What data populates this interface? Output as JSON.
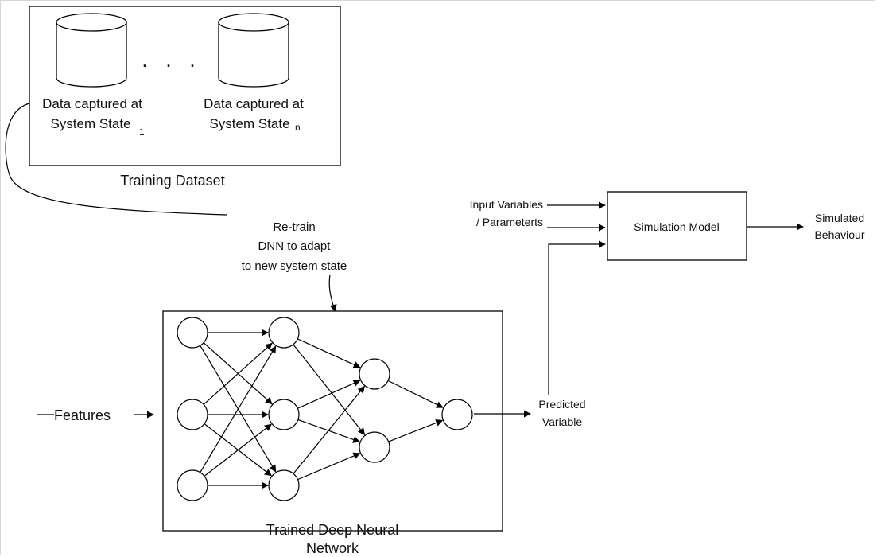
{
  "training_dataset": {
    "title": "Training Dataset",
    "ellipsis": ". . .",
    "cylinder_1": {
      "line1": "Data captured at",
      "line2": "System State",
      "subscript": "1"
    },
    "cylinder_n": {
      "line1": "Data captured at",
      "line2": "System State",
      "subscript": "n"
    }
  },
  "retrain_note": {
    "line1": "Re-train",
    "line2": "DNN to adapt",
    "line3": "to new system state"
  },
  "dnn": {
    "caption_line1": "Trained Deep Neural",
    "caption_line2": "Network",
    "layers": [
      3,
      3,
      2,
      1
    ]
  },
  "features_label": "Features",
  "predicted": {
    "line1": "Predicted",
    "line2": "Variable"
  },
  "inputs": {
    "line1": "Input  Variables",
    "line2": "/ Parameterts"
  },
  "simulation": {
    "label": "Simulation Model"
  },
  "output": {
    "line1": "Simulated",
    "line2": "Behaviour"
  }
}
